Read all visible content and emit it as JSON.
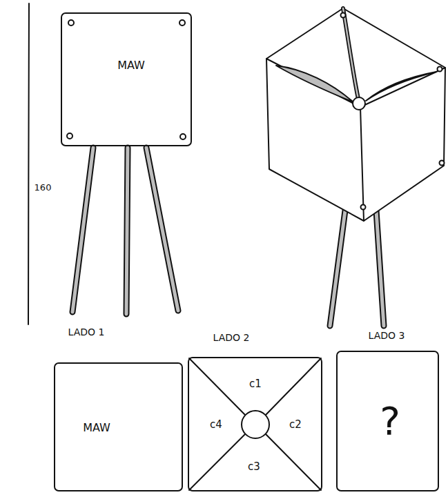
{
  "diagram": {
    "nodes": [
      {
        "text": [
          "MAW"
        ]
      },
      {
        "text": [
          "LADO 1",
          "MAW"
        ]
      },
      {
        "text": [
          "LADO 2"
        ]
      },
      {
        "text": [
          "LADO 3",
          "?"
        ]
      }
    ],
    "labels": [
      "160",
      "c1",
      "c4",
      "c2",
      "c3"
    ]
  }
}
